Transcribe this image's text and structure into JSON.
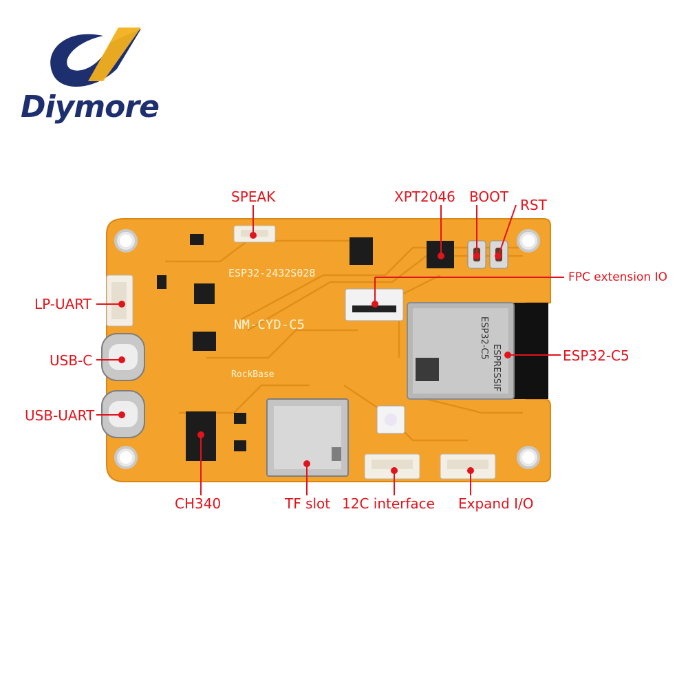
{
  "brand": {
    "name": "Diymore",
    "logo_icon": "diymore-swoosh-logo",
    "colors": {
      "blue": "#1d2f6f",
      "gold": "#f2b01e"
    }
  },
  "board": {
    "pcb_color": "#f3a32c",
    "silkscreen": {
      "model": "NM-CYD-C5",
      "part": "ESP32-2432S028",
      "maker": "RockBase",
      "module_text": "ESPRESSIF",
      "module_model": "ESP32-C5"
    }
  },
  "labels": {
    "speak": "SPEAK",
    "xpt2046": "XPT2046",
    "boot": "BOOT",
    "rst": "RST",
    "fpc": "FPC extension IO",
    "lp_uart": "LP-UART",
    "esp32_c5": "ESP32-C5",
    "usb_c": "USB-C",
    "usb_uart": "USB-UART",
    "ch340": "CH340",
    "tf_slot": "TF slot",
    "i2c": "12C interface",
    "expand_io": "Expand I/O"
  },
  "annotation_color": "#e0141c"
}
